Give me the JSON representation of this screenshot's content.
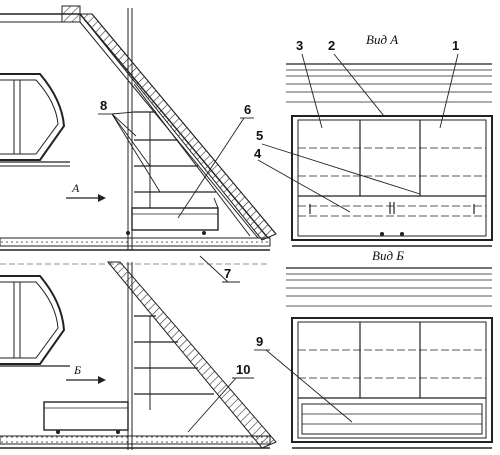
{
  "views": {
    "view_a_title": "Вид А",
    "view_b_title": "Вид Б",
    "arrow_a": "А",
    "arrow_b": "Б"
  },
  "callouts": {
    "c1": "1",
    "c2": "2",
    "c3": "3",
    "c4": "4",
    "c5": "5",
    "c6": "6",
    "c7": "7",
    "c8": "8",
    "c9": "9",
    "c10": "10"
  }
}
